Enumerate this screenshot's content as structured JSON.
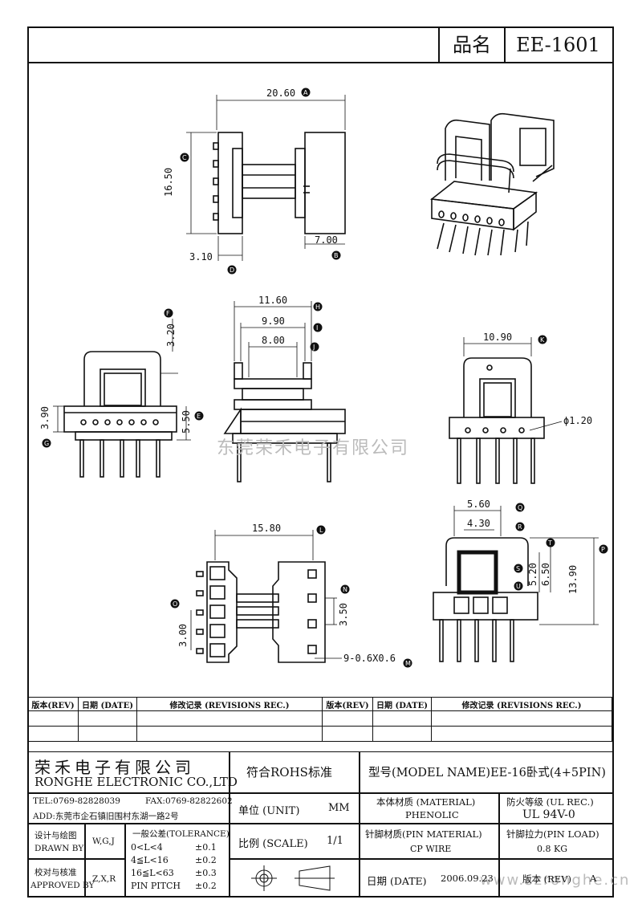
{
  "header": {
    "product_label": "品名",
    "product_value": "EE-1601"
  },
  "dimensions": {
    "top_view": {
      "overall_width": "20.60",
      "height": "16.50",
      "pin_offset": "3.10",
      "flange": "7.00"
    },
    "front_view": {
      "top_height": "3.20",
      "base_height": "3.90",
      "base_total": "5.50"
    },
    "side_view": {
      "w1": "11.60",
      "w2": "9.90",
      "w3": "8.00"
    },
    "right_view": {
      "width": "10.90",
      "hole": "ϕ1.20"
    },
    "bottom_view": {
      "length": "15.80",
      "pitch1": "3.50",
      "pitch2": "3.00",
      "pin_spec": "9-0.6X0.6"
    },
    "end_view": {
      "w1": "5.60",
      "w2": "4.30",
      "h1": "5.20",
      "h2": "6.50",
      "h3": "13.90"
    }
  },
  "labels": {
    "A": "A",
    "B": "B",
    "C": "C",
    "D": "D",
    "E": "E",
    "F": "F",
    "G": "G",
    "H": "H",
    "I": "I",
    "J": "J",
    "K": "K",
    "L": "L",
    "M": "M",
    "N": "N",
    "O": "O",
    "P": "P",
    "Q": "Q",
    "R": "R",
    "S": "S",
    "T": "T",
    "U": "U"
  },
  "watermark": {
    "company": "东莞荣禾电子有限公司",
    "site": "www.szronghe.cn"
  },
  "revisions": {
    "rev_label": "版本(REV)",
    "date_label": "日期 (DATE)",
    "rec_label": "修改记录 (REVISIONS REC.)"
  },
  "company": {
    "name_cn": "荣禾电子有限公司",
    "name_en": "RONGHE ELECTRONIC CO.,LTD",
    "tel": "TEL:0769-82828039",
    "fax": "FAX:0769-82822602",
    "addr": "ADD:东莞市企石镇旧围村东湖一路2号"
  },
  "titleblock": {
    "rohs": "符合ROHS标准",
    "model": "型号(MODEL NAME)EE-16卧式(4+5PIN)",
    "unit_label": "单位 (UNIT)",
    "unit_value": "MM",
    "scale_label": "比例 (SCALE)",
    "scale_value": "1/1",
    "material_label": "本体材质 (MATERIAL)",
    "material_value": "PHENOLIC",
    "ul_label": "防火等级 (UL REC.)",
    "ul_value": "UL 94V-0",
    "pin_mat_label": "针脚材质(PIN MATERIAL)",
    "pin_mat_value": "CP WIRE",
    "pin_load_label": "针脚拉力(PIN LOAD)",
    "pin_load_value": "0.8 KG",
    "date_label": "日期 (DATE)",
    "date_value": "2006.09.23",
    "rev_label": "版本 (REV)",
    "rev_value": "A",
    "design_label_cn": "设计与绘图",
    "design_label_en": "DRAWN BY",
    "design_value": "W,G,J",
    "approve_label_cn": "校对与核准",
    "approve_label_en": "APPROVED BY",
    "approve_value": "Z,X,R",
    "tol_title": "一般公差(TOLERANCE)",
    "tol": [
      {
        "range": "0<L<4",
        "value": "±0.1"
      },
      {
        "range": "4≦L<16",
        "value": "±0.2"
      },
      {
        "range": "16≦L<63",
        "value": "±0.3"
      },
      {
        "range": "PIN PITCH",
        "value": "±0.2"
      }
    ]
  }
}
